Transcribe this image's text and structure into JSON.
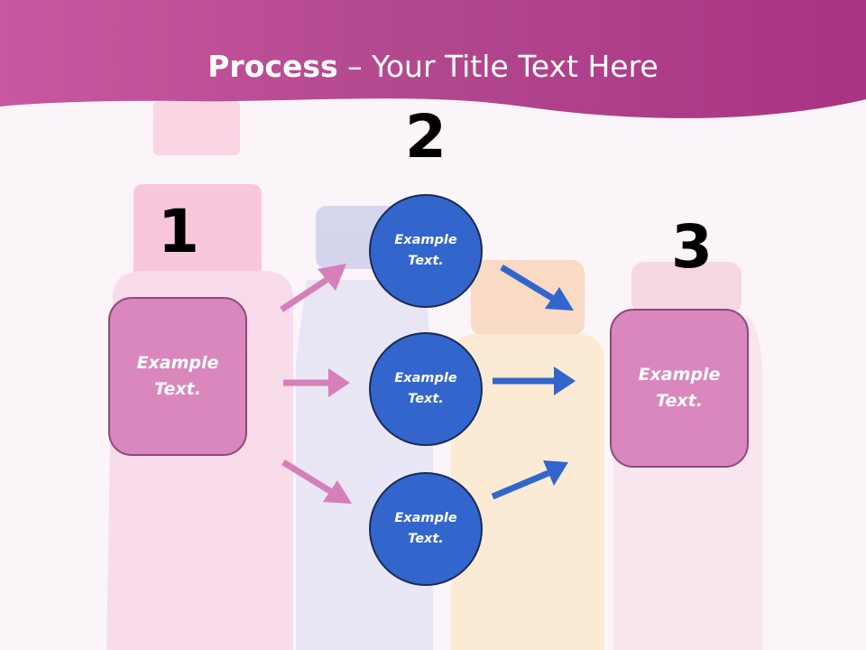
{
  "title": {
    "bold": "Process",
    "rest": " – Your Title Text Here"
  },
  "numbers": [
    "1",
    "2",
    "3"
  ],
  "left_box": {
    "line1": "Example",
    "line2": "Text."
  },
  "right_box": {
    "line1": "Example",
    "line2": "Text."
  },
  "circles": [
    {
      "line1": "Example",
      "line2": "Text."
    },
    {
      "line1": "Example",
      "line2": "Text."
    },
    {
      "line1": "Example",
      "line2": "Text."
    }
  ],
  "colors": {
    "header": "#b8408f",
    "box_fill": "#d987bd",
    "circle_fill": "#3366cc",
    "arrow_pink": "#d67fb8",
    "arrow_blue": "#3366cc"
  }
}
